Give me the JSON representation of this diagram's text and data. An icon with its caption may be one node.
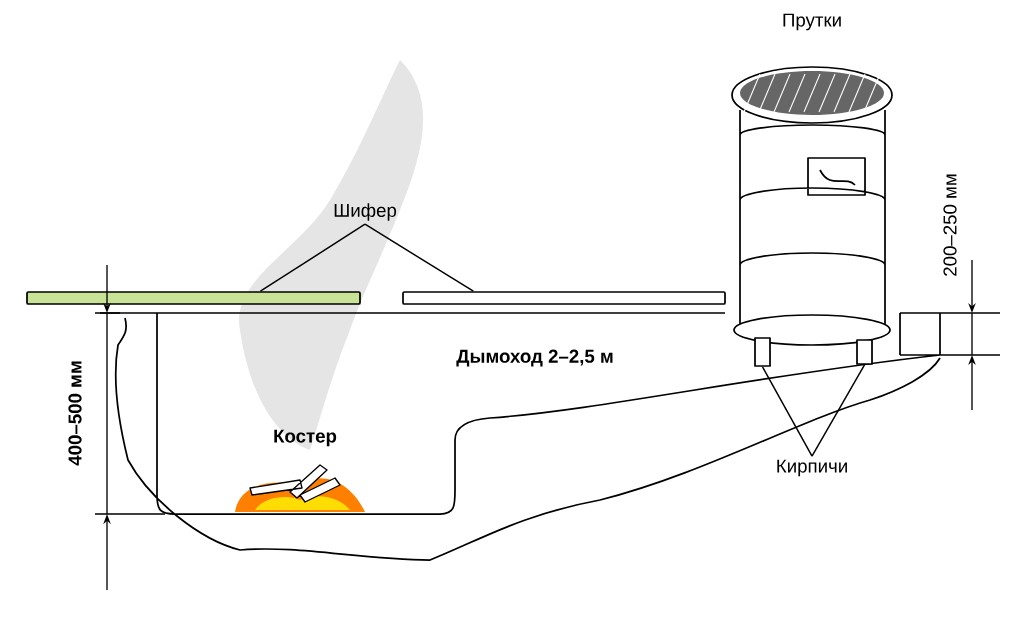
{
  "diagram": {
    "nodes": [
      {
        "text": [
          "Шифер"
        ]
      },
      {
        "text": [],
        "shape": "bar"
      },
      {
        "text": [],
        "shape": "bar"
      },
      {
        "text": [
          "Кирпичи"
        ]
      },
      {
        "text": [],
        "shape": "box"
      },
      {
        "text": [],
        "shape": "box"
      }
    ],
    "edges": [
      {
        "from": 0,
        "to": 1,
        "arrow": "none"
      },
      {
        "from": 0,
        "to": 2,
        "arrow": "none"
      },
      {
        "from": 3,
        "to": 4,
        "arrow": "none"
      },
      {
        "from": 3,
        "to": 5,
        "arrow": "none"
      }
    ],
    "labels": [
      "Прутки",
      "200–250 мм",
      "Дымоход 2–2,5 м",
      "400–500 мм",
      "Костер"
    ]
  }
}
